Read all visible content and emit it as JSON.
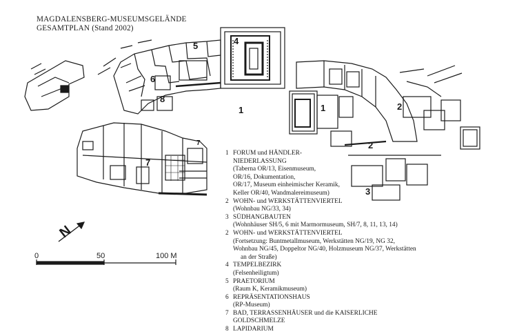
{
  "title_line1": "MAGDALENSBERG-MUSEUMSGELÄNDE",
  "title_line2": "GESAMTPLAN (Stand 2002)",
  "zone_labels": [
    "1",
    "1",
    "2",
    "2",
    "3",
    "4",
    "5",
    "6",
    "7",
    "7",
    "8"
  ],
  "scale": {
    "labels": [
      "0",
      "50",
      "100 M"
    ]
  },
  "north_arrow": {
    "label": "N"
  },
  "legend": [
    {
      "num": "1",
      "lines": [
        "FORUM und HÄNDLER-",
        "NIEDERLASSUNG",
        "(Taberna OR/13, Eisenmuseum,",
        "OR/16, Dokumentation,",
        "OR/17, Museum einheimischer Keramik,",
        "Keller OR/40, Wandmalereimuseum)"
      ]
    },
    {
      "num": "2",
      "lines": [
        "WOHN- und WERKSTÄTTENVIERTEL",
        "(Wohnbau NG/33, 34)"
      ]
    },
    {
      "num": "3",
      "lines": [
        "SÜDHANGBAUTEN",
        "(Wohnhäuser SH/5, 6 mit Marmormuseum, SH/7, 8, 11, 13, 14)"
      ]
    },
    {
      "num": "2",
      "lines": [
        "WOHN- und WERKSTÄTTENVIERTEL",
        "(Fortsetzung: Buntmetallmuseum, Werkstätten NG/19, NG 32,",
        "Wohnbau NG/45, Doppeltor NG/40, Holzmuseum NG/37, Werkstätten",
        "an der Straße)"
      ]
    },
    {
      "num": "4",
      "lines": [
        "TEMPELBEZIRK",
        "(Felsenheiligtum)"
      ]
    },
    {
      "num": "5",
      "lines": [
        "PRAETORIUM",
        "(Raum K, Keramikmuseum)"
      ]
    },
    {
      "num": "6",
      "lines": [
        "REPRÄSENTATIONSHAUS",
        "(RP-Museum)"
      ]
    },
    {
      "num": "7",
      "lines": [
        "BAD, TERRASSENHÄUSER und die KAISERLICHE",
        "GOLDSCHMELZE"
      ]
    },
    {
      "num": "8",
      "lines": [
        "LAPIDARIUM"
      ]
    }
  ],
  "colors": {
    "ink": "#1a1a1a",
    "paper": "#ffffff",
    "hatch": "#555555"
  }
}
